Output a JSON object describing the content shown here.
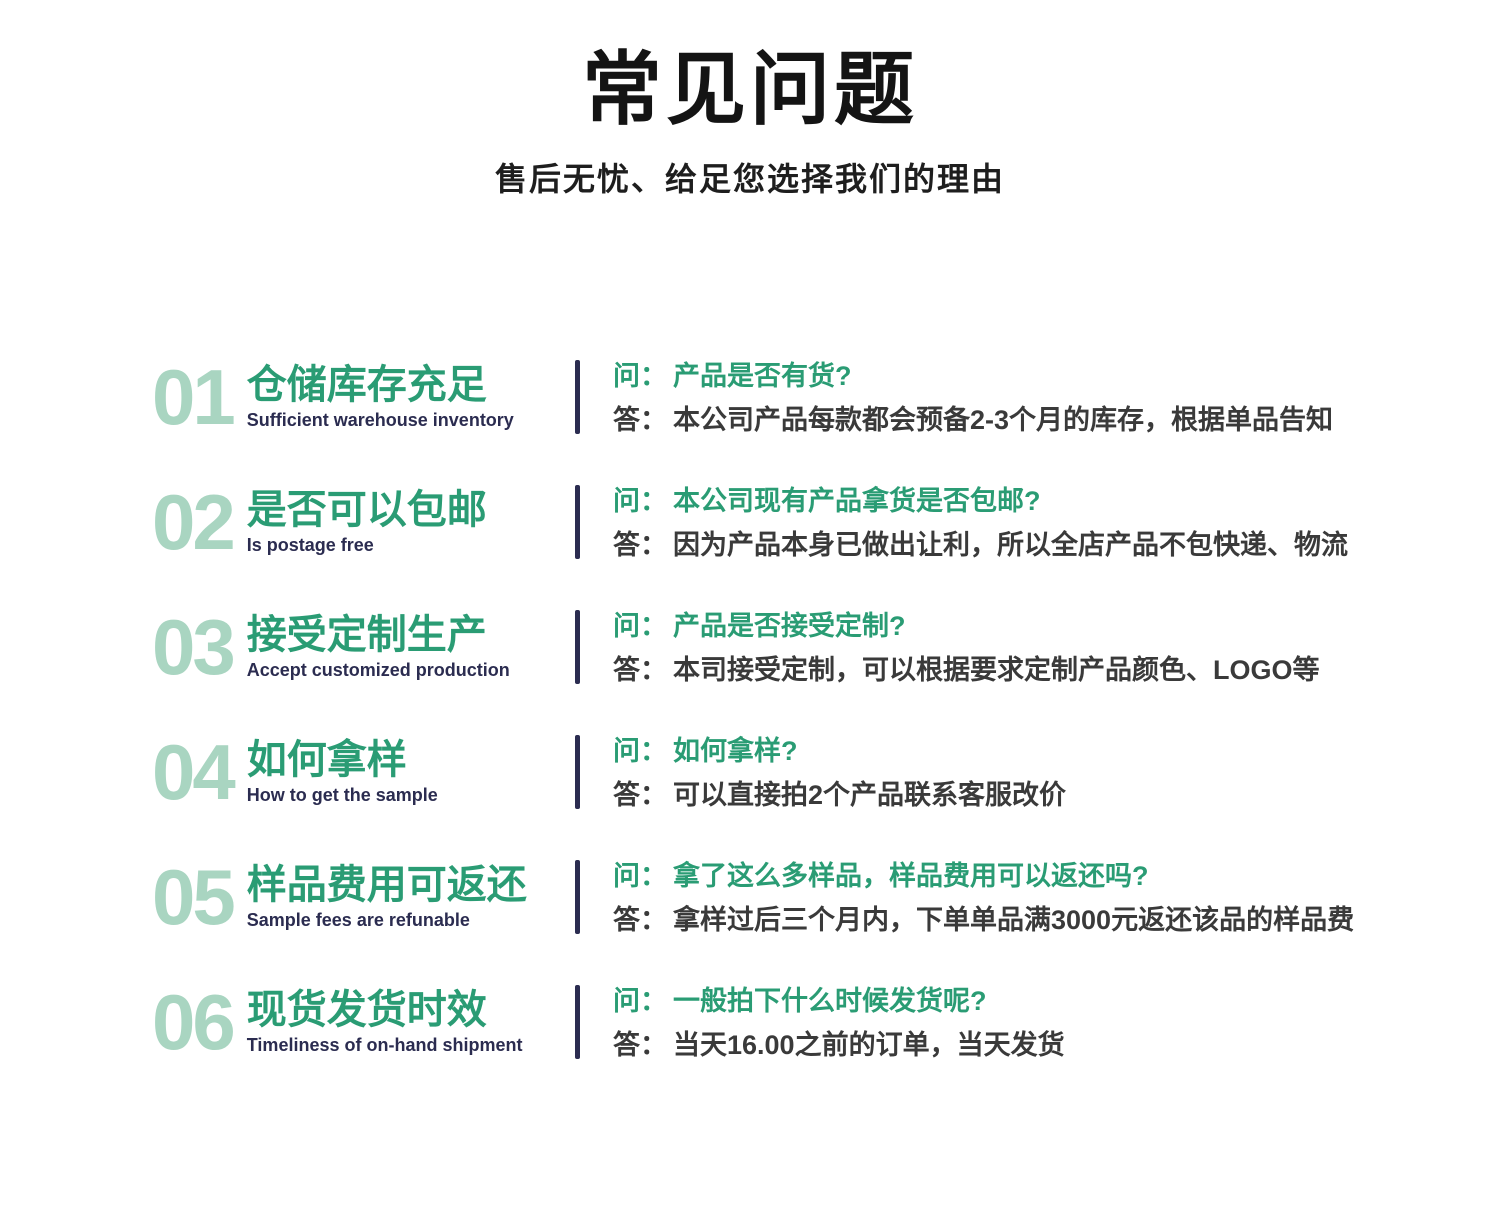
{
  "header": {
    "title": "常见问题",
    "subtitle": "售后无忧、给足您选择我们的理由"
  },
  "faq": {
    "q_label": "问：",
    "a_label": "答：",
    "items": [
      {
        "number": "01",
        "title": "仓储库存充足",
        "subtitle_en": "Sufficient warehouse inventory",
        "question": "产品是否有货?",
        "answer": "本公司产品每款都会预备2-3个月的库存，根据单品告知"
      },
      {
        "number": "02",
        "title": "是否可以包邮",
        "subtitle_en": "Is postage free",
        "question": "本公司现有产品拿货是否包邮?",
        "answer": "因为产品本身已做出让利，所以全店产品不包快递、物流"
      },
      {
        "number": "03",
        "title": "接受定制生产",
        "subtitle_en": "Accept customized production",
        "question": "产品是否接受定制?",
        "answer": "本司接受定制，可以根据要求定制产品颜色、LOGO等"
      },
      {
        "number": "04",
        "title": "如何拿样",
        "subtitle_en": "How to get the sample",
        "question": "如何拿样?",
        "answer": "可以直接拍2个产品联系客服改价"
      },
      {
        "number": "05",
        "title": "样品费用可返还",
        "subtitle_en": "Sample fees are refunable",
        "question": "拿了这么多样品，样品费用可以返还吗?",
        "answer": "拿样过后三个月内，下单单品满3000元返还该品的样品费"
      },
      {
        "number": "06",
        "title": "现货发货时效",
        "subtitle_en": "Timeliness of on-hand shipment",
        "question": "一般拍下什么时候发货呢?",
        "answer": "当天16.00之前的订单，当天发货"
      }
    ]
  },
  "colors": {
    "accent_green": "#2a9c74",
    "light_green": "#a9d5c1",
    "navy": "#2b2c50",
    "answer_gray": "#3a3a3a",
    "heading_black": "#141414"
  }
}
